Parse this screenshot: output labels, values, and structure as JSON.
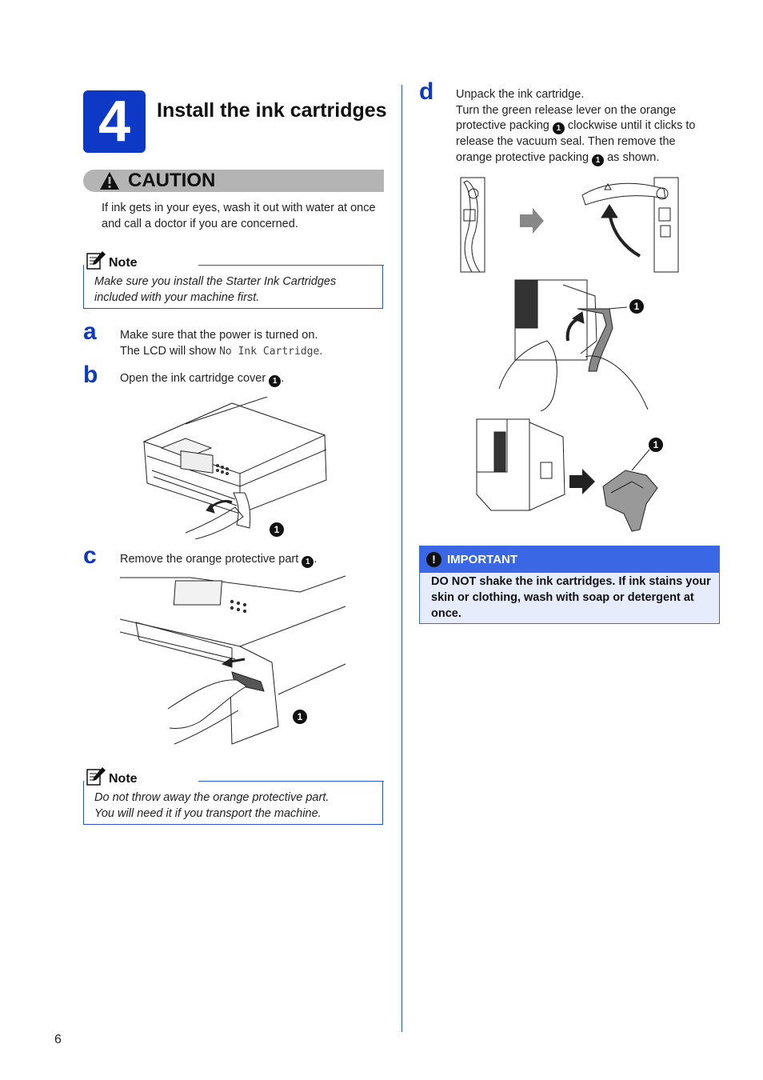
{
  "step": {
    "number": "4",
    "title": "Install the ink cartridges"
  },
  "caution": {
    "label": "CAUTION",
    "text": "If ink gets in your eyes, wash it out with water at once and call a doctor if you are concerned."
  },
  "note1": {
    "label": "Note",
    "text": "Make sure you install the Starter Ink Cartridges included with your machine first."
  },
  "steps": {
    "a": {
      "letter": "a",
      "line1": "Make sure that the power is turned on.",
      "line2_prefix": "The LCD will show ",
      "lcd": "No Ink Cartridge",
      "line2_suffix": "."
    },
    "b": {
      "letter": "b",
      "text_prefix": "Open the ink cartridge cover ",
      "callout": "1",
      "text_suffix": "."
    },
    "c": {
      "letter": "c",
      "text_prefix": "Remove the orange protective part ",
      "callout": "1",
      "text_suffix": "."
    },
    "d": {
      "letter": "d",
      "line1": "Unpack the ink cartridge.",
      "p1": "Turn the green release lever on the orange",
      "p2_prefix": "protective packing ",
      "p2_suffix": " clockwise until it clicks to",
      "p3": "release the vacuum seal. Then remove the",
      "p4_prefix": "orange protective packing ",
      "p4_suffix": " as shown.",
      "callout": "1"
    }
  },
  "note2": {
    "label": "Note",
    "line1": "Do not throw away the orange protective part.",
    "line2": "You will need it if you transport the machine."
  },
  "important": {
    "icon": "!",
    "label": "IMPORTANT",
    "text": "DO NOT shake the ink cartridges. If ink stains your skin or clothing, wash with soap or detergent at once."
  },
  "figure_callouts": {
    "fig_b": "1",
    "fig_c": "1",
    "fig_d2": "1",
    "fig_d3": "1"
  },
  "page_number": "6",
  "colors": {
    "brand_blue": "#0d39c6",
    "caution_gray": "#b4b4b4",
    "important_blue": "#3a68e4",
    "important_bg": "#e6ecfc"
  }
}
